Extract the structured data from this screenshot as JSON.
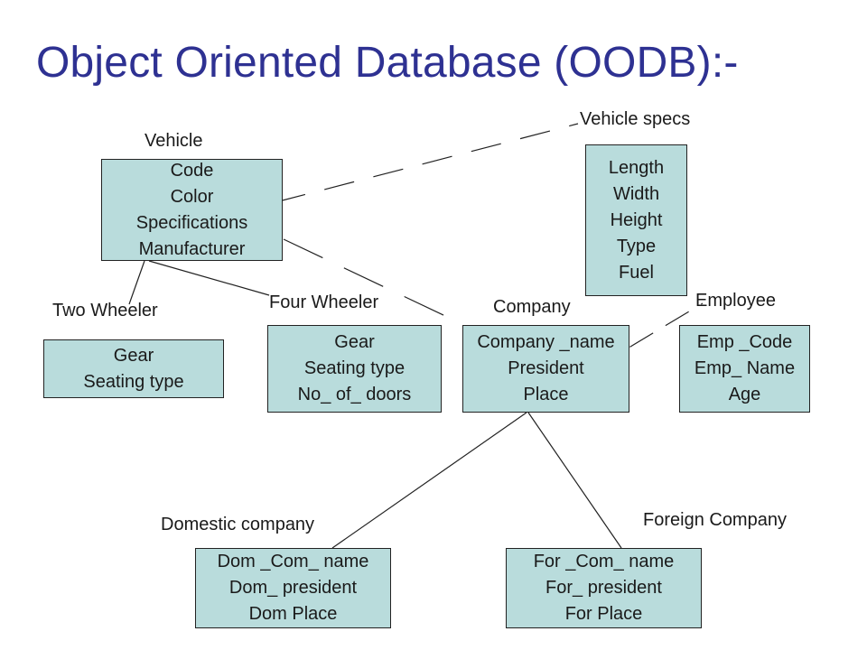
{
  "title": "Object Oriented Database (OODB):-",
  "vehicle": {
    "label": "Vehicle",
    "attributes": [
      "Code",
      "Color",
      "Specifications",
      "Manufacturer"
    ]
  },
  "vehicle_specs": {
    "label": "Vehicle specs",
    "attributes": [
      "Length",
      "Width",
      "Height",
      "Type",
      "Fuel"
    ]
  },
  "two_wheeler": {
    "label": "Two Wheeler",
    "attributes": [
      "Gear",
      "Seating type"
    ]
  },
  "four_wheeler": {
    "label": "Four Wheeler",
    "attributes": [
      "Gear",
      "Seating type",
      "No_ of_ doors"
    ]
  },
  "company": {
    "label": "Company",
    "attributes": [
      "Company _name",
      "President",
      "Place"
    ]
  },
  "employee": {
    "label": "Employee",
    "attributes": [
      "Emp _Code",
      "Emp_ Name",
      "Age"
    ]
  },
  "domestic_company": {
    "label": "Domestic company",
    "attributes": [
      "Dom _Com_ name",
      "Dom_ president",
      "Dom Place"
    ]
  },
  "foreign_company": {
    "label": "Foreign Company",
    "attributes": [
      "For _Com_ name",
      "For_ president",
      "For Place"
    ]
  },
  "colors": {
    "title": "#2e3192",
    "box_fill": "#b9dcdc",
    "line": "#222222"
  }
}
